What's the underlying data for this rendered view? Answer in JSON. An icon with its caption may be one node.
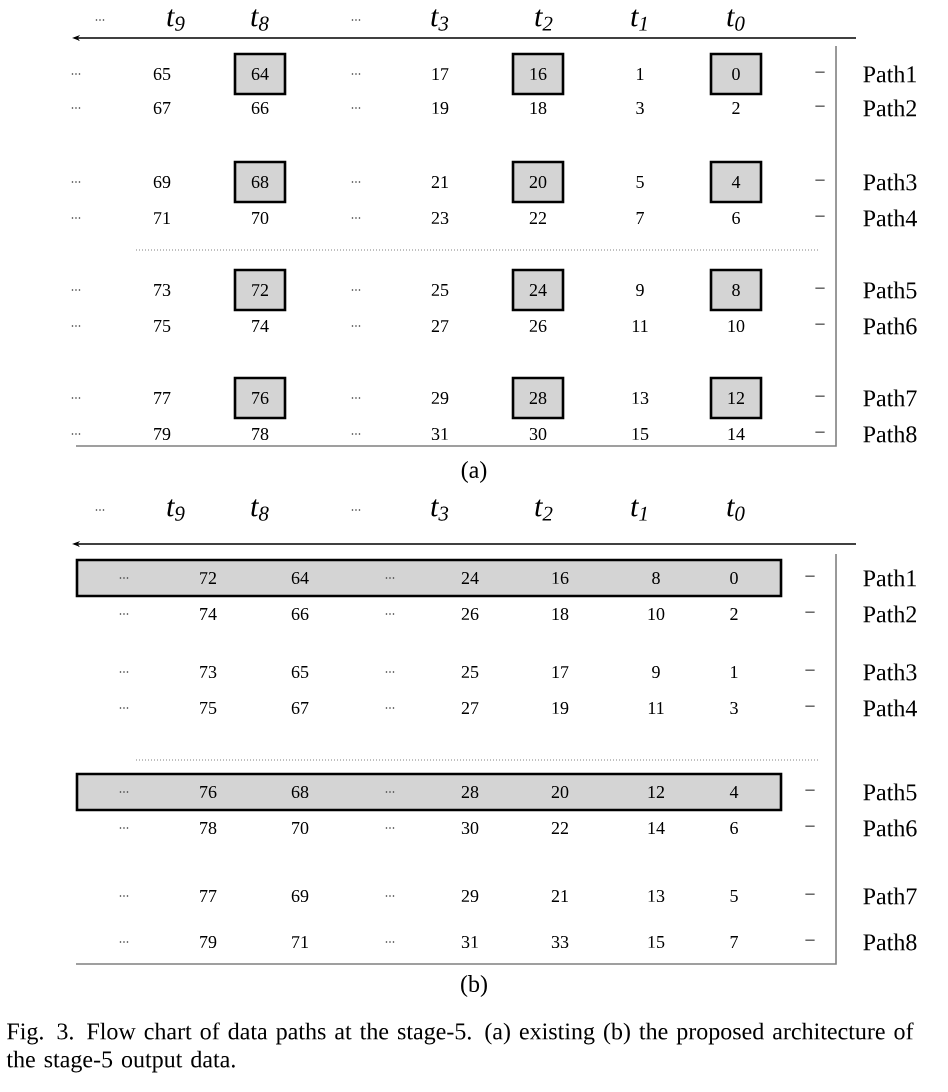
{
  "diagram": {
    "caption": "Fig. 3. Flow chart of data paths at the stage-5. (a) existing (b) the proposed architecture of the stage-5 output data.",
    "nodes": [
      {
        "text": [
          "64"
        ]
      },
      {
        "text": [
          "16"
        ]
      },
      {
        "text": [
          "0"
        ]
      },
      {
        "text": [
          "68"
        ]
      },
      {
        "text": [
          "20"
        ]
      },
      {
        "text": [
          "4"
        ]
      },
      {
        "text": [
          "72"
        ]
      },
      {
        "text": [
          "24"
        ]
      },
      {
        "text": [
          "8"
        ]
      },
      {
        "text": [
          "76"
        ]
      },
      {
        "text": [
          "28"
        ]
      },
      {
        "text": [
          "12"
        ]
      },
      {
        "text": [
          "...",
          "72",
          "64",
          "...",
          "24",
          "16",
          "8",
          "0"
        ]
      },
      {
        "text": [
          "...",
          "76",
          "68",
          "...",
          "28",
          "20",
          "12",
          "4"
        ]
      }
    ],
    "labels": [
      "...",
      "t$_{9}$",
      "t$_{8}$",
      "...",
      "t$_{3}$",
      "t$_{2}$",
      "t$_{1}$",
      "t$_{0}$",
      "...",
      "65",
      "...",
      "17",
      "1",
      "–",
      "Path1",
      "...",
      "67",
      "66",
      "...",
      "19",
      "18",
      "3",
      "2",
      "–",
      "Path2",
      "...",
      "69",
      "...",
      "21",
      "5",
      "–",
      "Path3",
      "...",
      "71",
      "70",
      "...",
      "23",
      "22",
      "7",
      "6",
      "–",
      "Path4",
      "...",
      "73",
      "...",
      "25",
      "9",
      "–",
      "Path5",
      "...",
      "75",
      "74",
      "...",
      "27",
      "26",
      "11",
      "10",
      "–",
      "Path6",
      "...",
      "77",
      "...",
      "29",
      "13",
      "–",
      "Path7",
      "...",
      "79",
      "78",
      "...",
      "31",
      "30",
      "15",
      "14",
      "–",
      "Path8",
      "(a)",
      "...",
      "t$_{9}$",
      "t$_{8}$",
      "...",
      "t$_{3}$",
      "t$_{2}$",
      "t$_{1}$",
      "t$_{0}$",
      "–",
      "Path1",
      "...",
      "74",
      "66",
      "...",
      "26",
      "18",
      "10",
      "2",
      "–",
      "Path2",
      "...",
      "73",
      "65",
      "...",
      "25",
      "17",
      "9",
      "1",
      "–",
      "Path3",
      "...",
      "75",
      "67",
      "...",
      "27",
      "19",
      "11",
      "3",
      "–",
      "Path4",
      "–",
      "Path5",
      "...",
      "78",
      "70",
      "...",
      "30",
      "22",
      "14",
      "6",
      "–",
      "Path6",
      "...",
      "77",
      "69",
      "...",
      "29",
      "21",
      "13",
      "5",
      "–",
      "Path7",
      "...",
      "79",
      "71",
      "...",
      "31",
      "33",
      "15",
      "7",
      "–",
      "Path8",
      "(b)"
    ]
  }
}
